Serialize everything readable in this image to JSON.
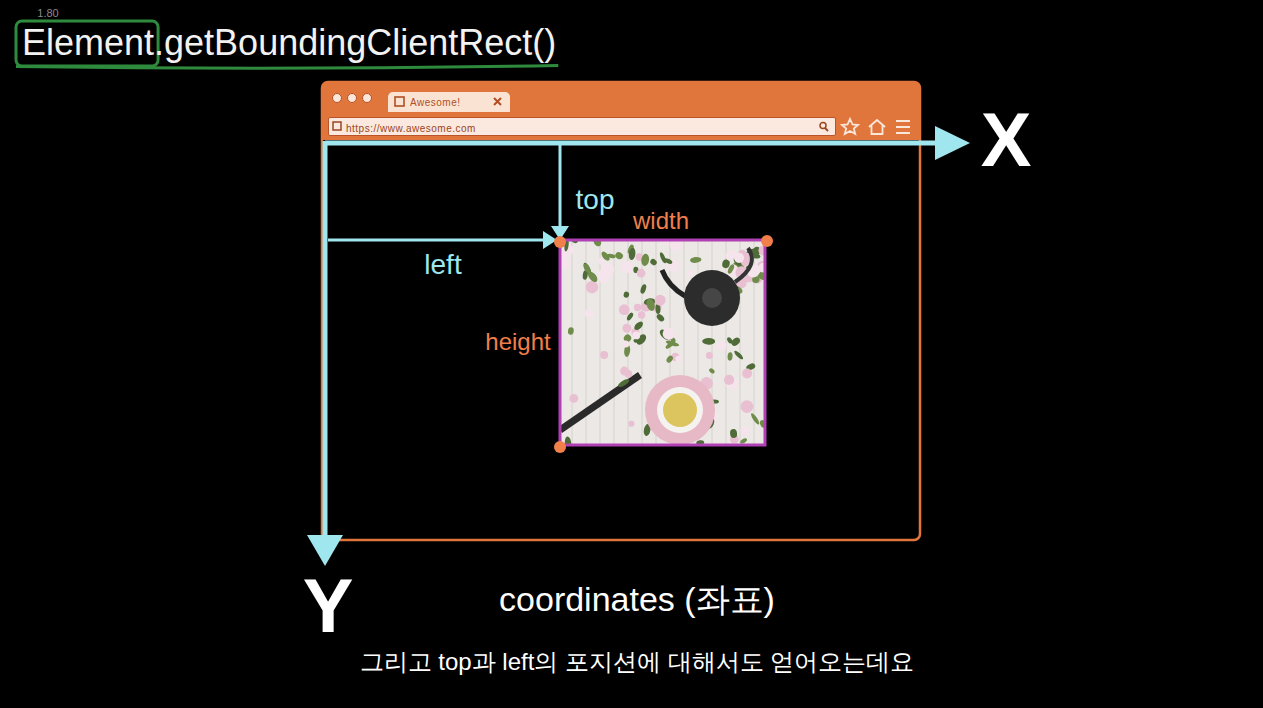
{
  "diagram": {
    "title": "Element.getBoundingClientRect()",
    "caption": "coordinates (좌표)",
    "nodes": [
      {
        "text": [
          "Awesome!"
        ]
      },
      {
        "text": [
          "https://www.awesome.com"
        ]
      }
    ],
    "labels": [
      "1.80",
      "X",
      "Y",
      "top",
      "left",
      "width",
      "height",
      "그리고 top과 left의 포지션에 대해서도 얻어오는데요"
    ]
  }
}
